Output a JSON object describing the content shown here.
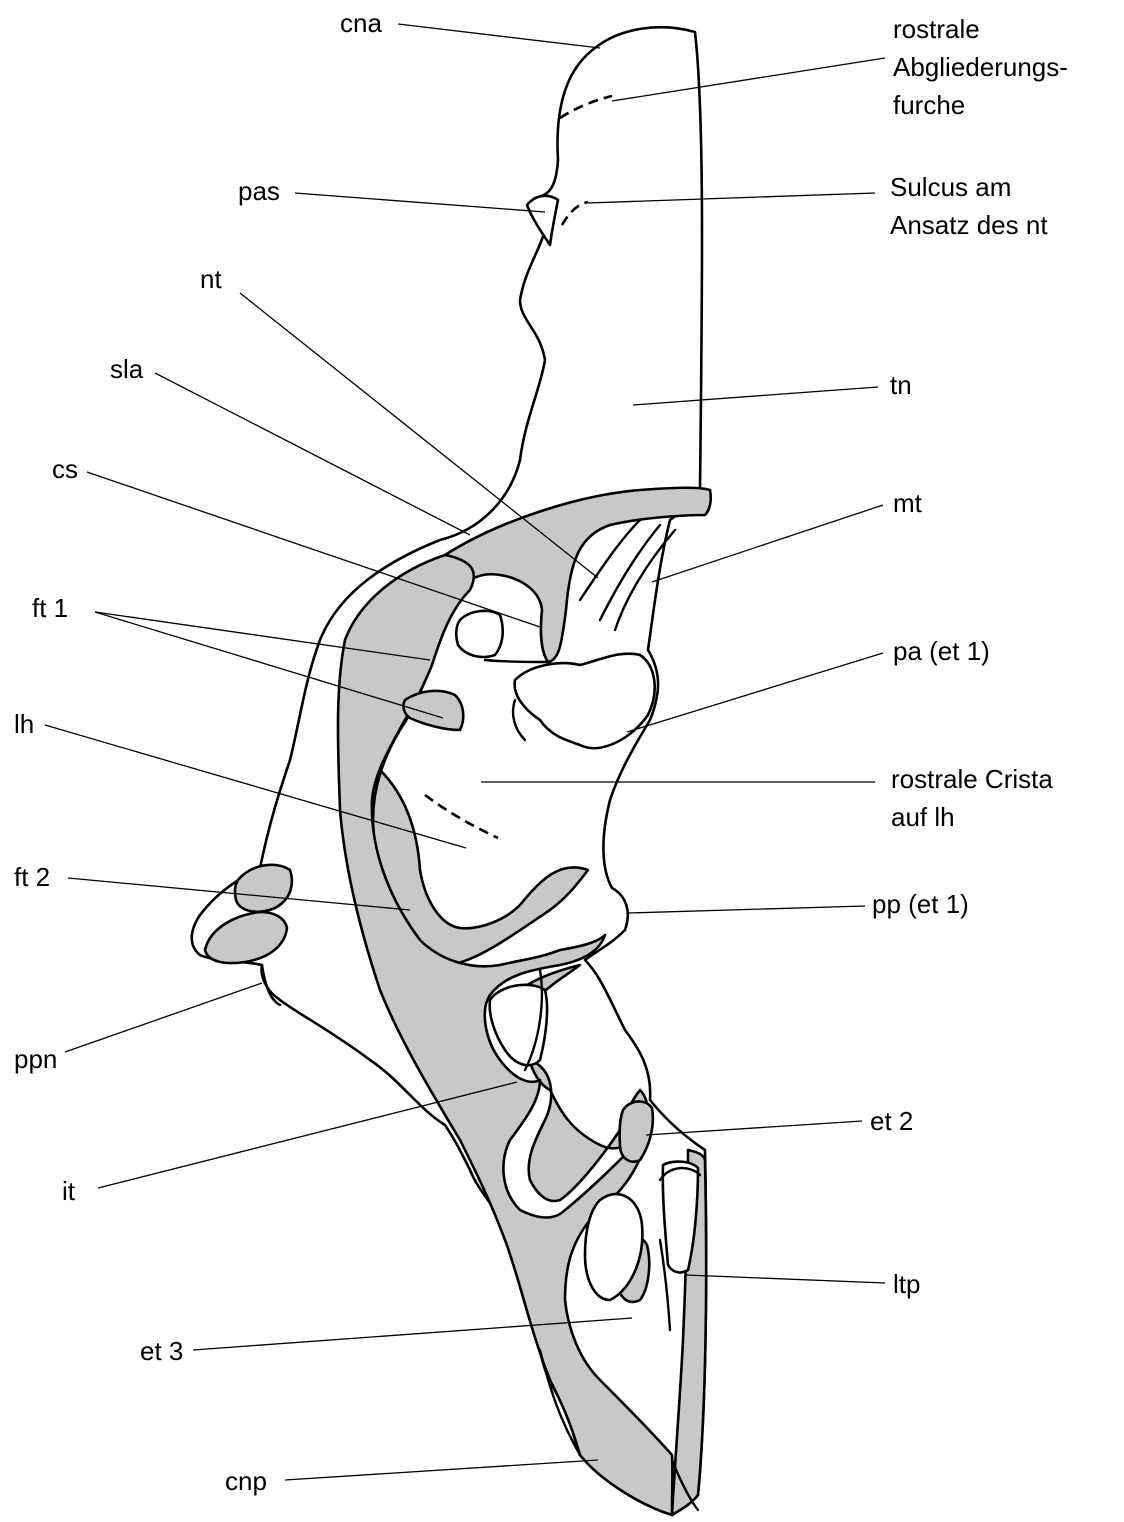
{
  "labels": {
    "cna": "cna",
    "rostrale_abgliederungsfurche": [
      "rostrale",
      "Abgliederungs-",
      "furche"
    ],
    "pas": "pas",
    "sulcus": [
      "Sulcus am",
      "Ansatz des nt"
    ],
    "nt": "nt",
    "tn": "tn",
    "sla": "sla",
    "cs": "cs",
    "mt": "mt",
    "ft1": "ft 1",
    "pa": "pa (et 1)",
    "lh": "lh",
    "rostrale_crista": [
      "rostrale Crista",
      "auf lh"
    ],
    "ft2": "ft 2",
    "pp": "pp (et 1)",
    "ppn": "ppn",
    "et2": "et 2",
    "it": "it",
    "ltp": "ltp",
    "et3": "et 3",
    "cnp": "cnp"
  },
  "colors": {
    "shading": "#c8c8c8",
    "ink": "#000000",
    "background": "#ffffff"
  }
}
